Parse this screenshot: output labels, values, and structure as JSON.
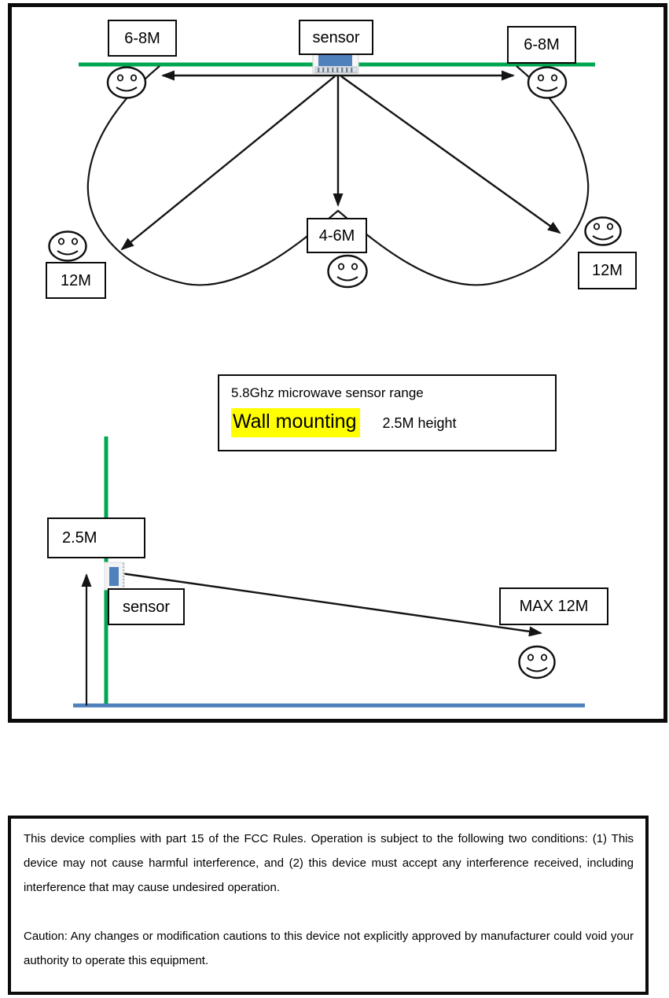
{
  "diagram": {
    "ceiling_mounting": {
      "label_left_range": "6-8M",
      "label_sensor": "sensor",
      "label_right_range": "6-8M",
      "label_center_range": "4-6M",
      "label_bottom_left_range": "12M",
      "label_bottom_right_range": "12M"
    },
    "wall_mounting": {
      "label_height": "2.5M",
      "label_sensor": "sensor",
      "label_max_range": "MAX 12M"
    },
    "info_box": {
      "line1": "5.8Ghz microwave sensor range",
      "highlighted_text": "Wall mounting",
      "height_note": "2.5M height"
    },
    "colors": {
      "ceiling_wall_green": "#00A651",
      "floor_blue": "#4F81BD",
      "sensor_device_blue": "#4F81BD",
      "highlight_yellow": "#FFFF00",
      "line_black": "#1a1a1a"
    },
    "icons": {
      "person": "smiley-face-icon",
      "device": "sensor-device-icon"
    }
  },
  "fcc": {
    "paragraph1": "This device complies with part 15 of the FCC Rules. Operation is subject to the following two conditions: (1) This device may not cause harmful interference, and (2) this device must accept any interference received, including interference that may cause undesired operation.",
    "paragraph2": "Caution: Any changes or modification cautions to this device not explicitly approved by manufacturer could void your authority to operate this equipment."
  }
}
